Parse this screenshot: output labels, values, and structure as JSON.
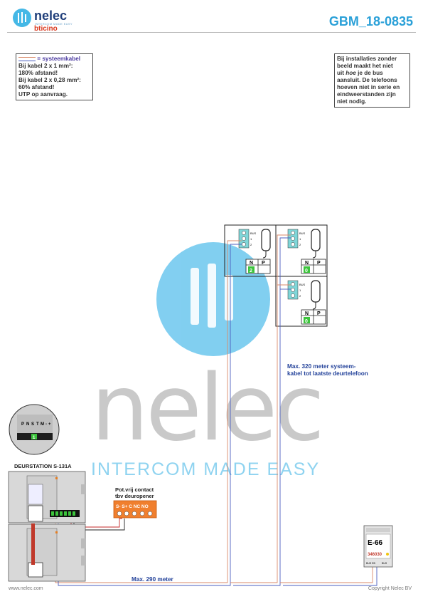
{
  "header": {
    "brand": "nelec",
    "tagline": "INTERCOM MADE EASY",
    "partner": "bticino",
    "doc_id": "GBM_18-0835"
  },
  "note_left": {
    "legend": "= systeemkabel",
    "lines": [
      "Bij kabel 2 x 1 mm²:",
      "180% afstand!",
      "Bij kabel 2 x 0,28 mm²:",
      "60% afstand!",
      "UTP op aanvraag."
    ]
  },
  "note_right": {
    "lines": [
      "Bij installaties zonder",
      "beeld maakt het niet",
      "uit",
      "hoe",
      "je de bus",
      "aansluit. De telefoons",
      "hoeven niet in serie en",
      "eindweerstanden zijn",
      "niet nodig."
    ]
  },
  "watermark": {
    "word": "nelec",
    "tagline": "INTERCOM MADE EASY"
  },
  "phones": [
    {
      "n_value": "2",
      "n_label": "N",
      "p_label": "P",
      "terms": [
        "BUS",
        "1",
        "2"
      ]
    },
    {
      "n_value": "0",
      "n_label": "N",
      "p_label": "P",
      "terms": [
        "BUS",
        "1",
        "2"
      ]
    },
    {
      "n_value": "0",
      "n_label": "N",
      "p_label": "P",
      "terms": [
        "BUS",
        "1",
        "2"
      ]
    }
  ],
  "labels": {
    "max320_line1": "Max. 320 meter systeem-",
    "max320_line2": "kabel tot laatste deurtelefoon",
    "max290": "Max. 290 meter",
    "deurstation": "DEURSTATION S-131A",
    "pot_line1": "Pot.vrij contact",
    "pot_line2": "tbv deuropener"
  },
  "relay": {
    "terms": "S- S+ C  NC NO"
  },
  "detail": {
    "terms": [
      "P",
      "N",
      "S",
      "T",
      "M",
      "-",
      "+"
    ],
    "value": "1"
  },
  "module": {
    "name": "E-66",
    "code": "346030",
    "small": "BUS EB",
    "small2": "BUS"
  },
  "footer": {
    "left": "www.nelec.com",
    "right": "Copyright Nelec BV"
  }
}
